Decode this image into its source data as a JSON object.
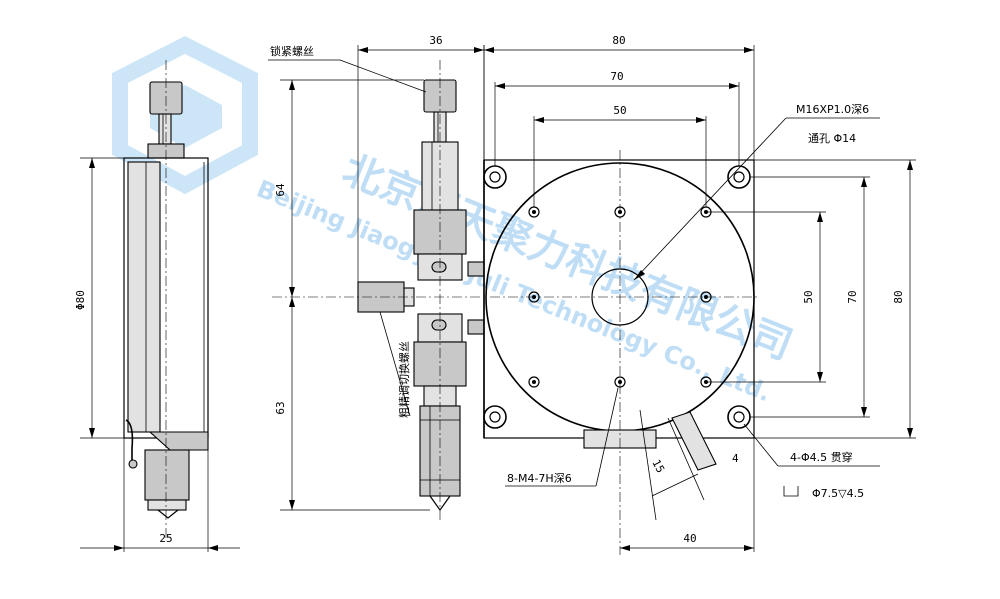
{
  "labels": {
    "lock_screw": "锁紧螺丝",
    "adjust_screw": "粗精调切换螺丝",
    "center_thread": "M16XP1.0深6",
    "center_hole": "通孔 Φ14",
    "top_holes": "8-M4-7H深6",
    "corner_holes": "4-Φ4.5 贯穿",
    "counterbore": "Φ7.5▽4.5",
    "diameter_80": "Φ80"
  },
  "dimensions": {
    "w36": "36",
    "w80": "80",
    "w70": "70",
    "w50": "50",
    "h64": "64",
    "h63": "63",
    "h50": "50",
    "h70": "70",
    "h80": "80",
    "w25": "25",
    "w40": "40",
    "d15": "15",
    "d4": "4"
  },
  "watermark": {
    "company_cn": "北京汇天聚力科技有限公司",
    "company_en": "Beijing Jiaogyun Juli Technology Co., Ltd."
  },
  "colors": {
    "line": "#000000",
    "watermark": "#4aa3e6",
    "shade": "#c8c8c8"
  }
}
